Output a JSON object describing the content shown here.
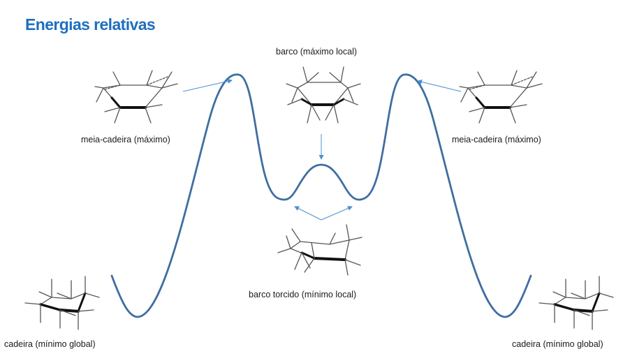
{
  "title": "Energias relativas",
  "colors": {
    "title": "#1f6fbf",
    "curve": "#3f6ea0",
    "arrow": "#4a90d0",
    "molecule": "#555555",
    "bond_bold": "#111111"
  },
  "labels": {
    "boat": "barco (máximo local)",
    "half_chair_left": "meia-cadeira (máximo)",
    "half_chair_right": "meia-cadeira (máximo)",
    "twist_boat": "barco torcido (mínimo local)",
    "chair_left": "cadeira (mínimo global)",
    "chair_right": "cadeira (mínimo global)"
  }
}
